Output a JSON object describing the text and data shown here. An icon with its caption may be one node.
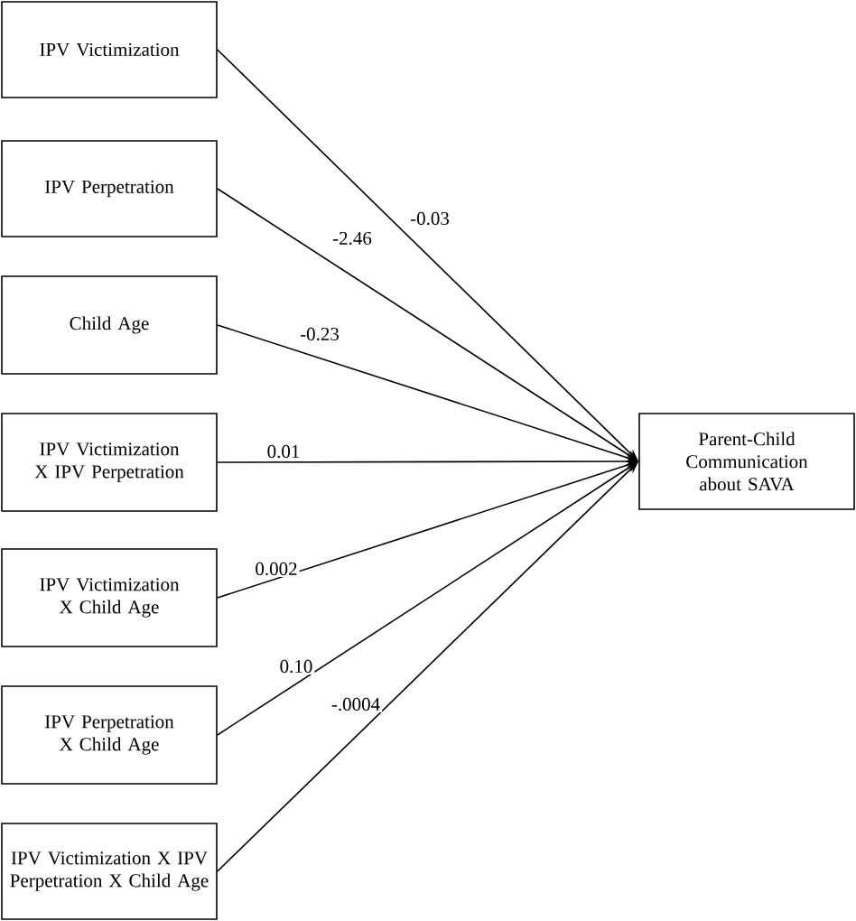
{
  "diagram": {
    "nodes": [
      {
        "text": [
          "IPV Victimization"
        ]
      },
      {
        "text": [
          "IPV Perpetration"
        ]
      },
      {
        "text": [
          "Child Age"
        ]
      },
      {
        "text": [
          "IPV Victimization X IPV Perpetration"
        ]
      },
      {
        "text": [
          "IPV Victimization X Child Age"
        ]
      },
      {
        "text": [
          "IPV Perpetration X Child Age"
        ]
      },
      {
        "text": [
          "IPV Victimization X IPV Perpetration X Child Age"
        ]
      },
      {
        "text": [
          "Parent-Child Communication about SAVA"
        ]
      }
    ],
    "edges": [
      {
        "from": 0,
        "to": 7,
        "arrow": "to",
        "label": "-0.03"
      },
      {
        "from": 1,
        "to": 7,
        "arrow": "to",
        "label": "-2.46"
      },
      {
        "from": 2,
        "to": 7,
        "arrow": "to",
        "label": "-0.23"
      },
      {
        "from": 3,
        "to": 7,
        "arrow": "to",
        "label": "0.01"
      },
      {
        "from": 4,
        "to": 7,
        "arrow": "to",
        "label": "0.002"
      },
      {
        "from": 5,
        "to": 7,
        "arrow": "to",
        "label": "0.10"
      },
      {
        "from": 6,
        "to": 7,
        "arrow": "to",
        "label": "-.0004"
      }
    ]
  }
}
